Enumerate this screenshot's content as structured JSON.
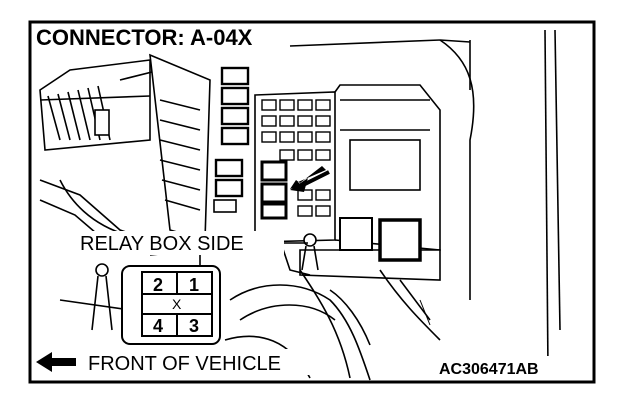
{
  "diagram": {
    "title": "CONNECTOR: A-04X",
    "relay_box_label": "RELAY BOX SIDE",
    "front_label": "FRONT OF VEHICLE",
    "image_code": "AC306471AB",
    "connector_pins": [
      "2",
      "1",
      "4",
      "3"
    ],
    "connector_center_mark": "X"
  }
}
